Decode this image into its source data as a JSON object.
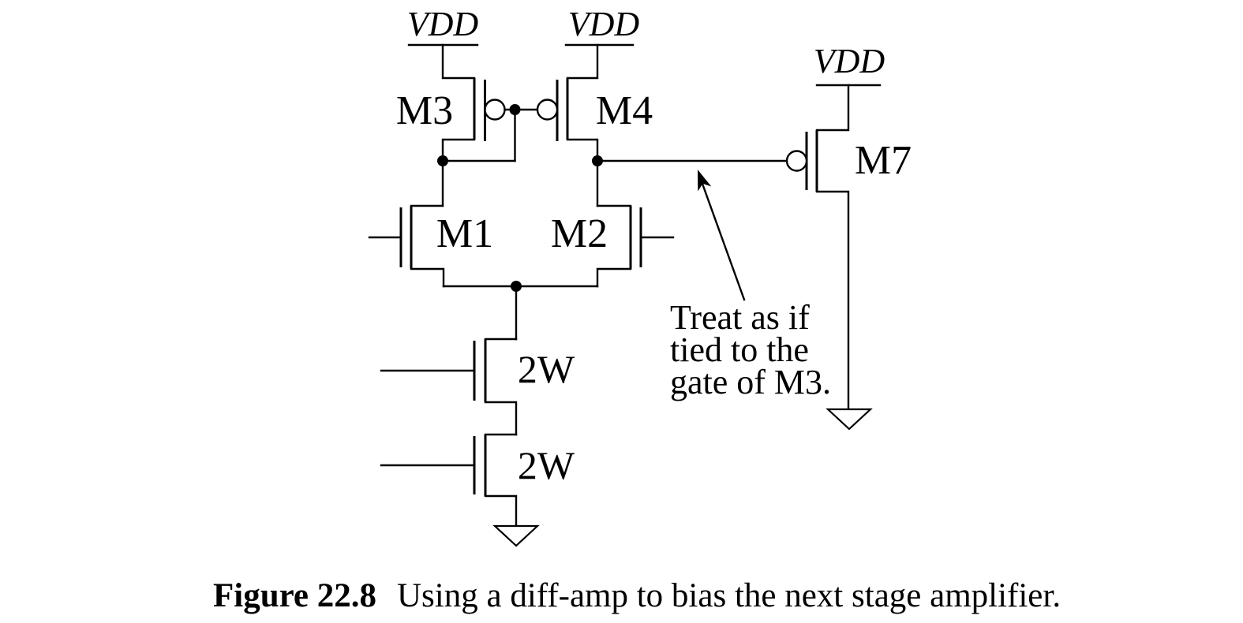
{
  "colors": {
    "ink": "#000000",
    "background": "#ffffff"
  },
  "schematic": {
    "kind": "mos-circuit-schematic",
    "power_rails": [
      {
        "id": "vdd-m3",
        "label": "VDD"
      },
      {
        "id": "vdd-m4",
        "label": "VDD"
      },
      {
        "id": "vdd-m7",
        "label": "VDD"
      }
    ],
    "transistors": [
      {
        "id": "m3",
        "label": "M3",
        "kind": "pmos-diode-connected-load"
      },
      {
        "id": "m4",
        "label": "M4",
        "kind": "pmos-load"
      },
      {
        "id": "m1",
        "label": "M1",
        "kind": "nmos-diff-pair-left"
      },
      {
        "id": "m2",
        "label": "M2",
        "kind": "nmos-diff-pair-right"
      },
      {
        "id": "m7",
        "label": "M7",
        "kind": "pmos-next-stage"
      },
      {
        "id": "sink-top",
        "label": "2W",
        "kind": "nmos-tail-sink"
      },
      {
        "id": "sink-bottom",
        "label": "2W",
        "kind": "nmos-tail-sink"
      }
    ],
    "annotation": {
      "lines": [
        "Treat as if",
        "tied to the",
        "gate of M3."
      ]
    }
  },
  "caption": {
    "label": "Figure 22.8",
    "text": "Using a diff-amp to bias the next stage amplifier."
  }
}
